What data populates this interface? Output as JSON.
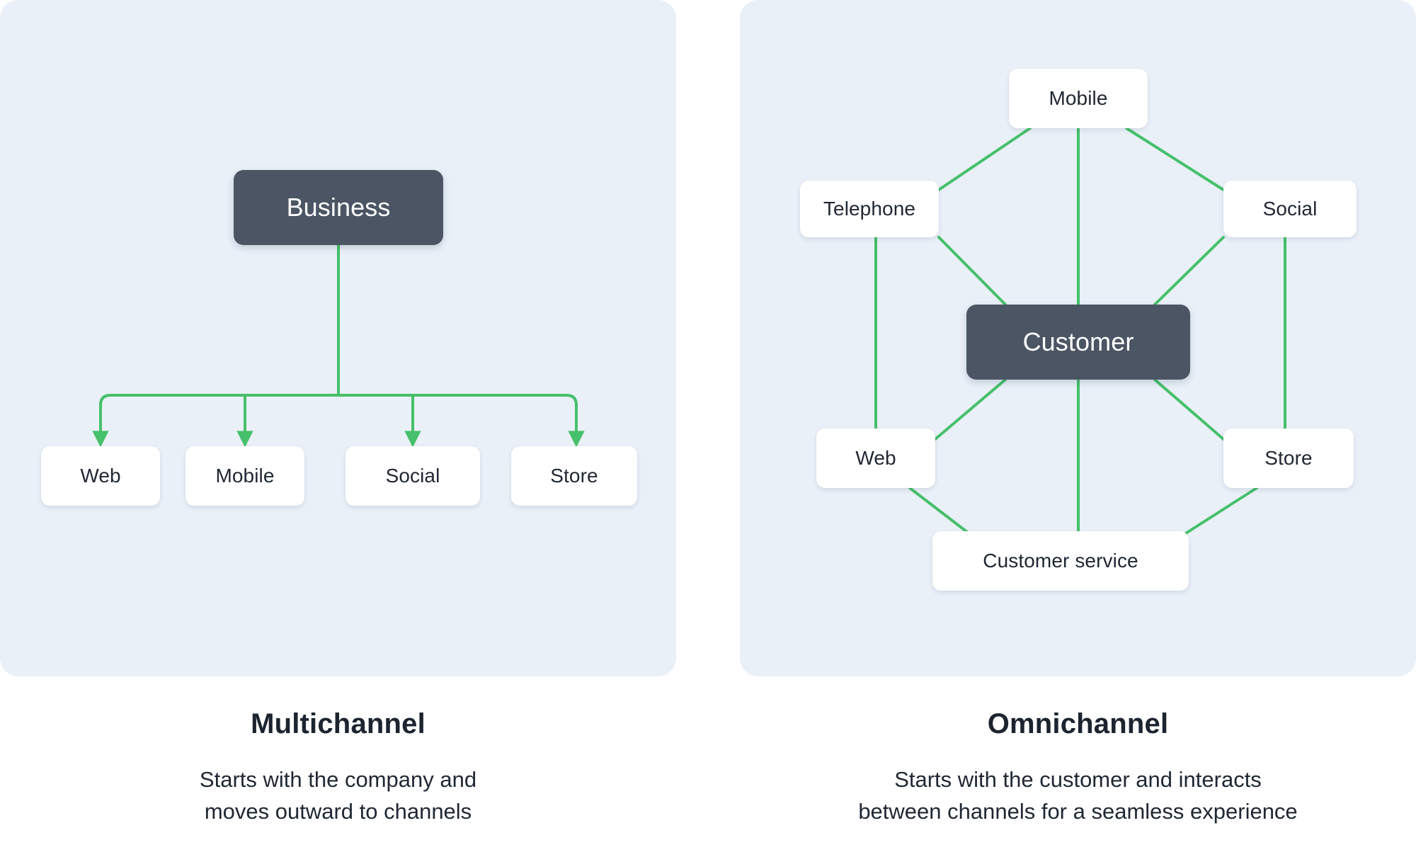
{
  "colors": {
    "panel_background": "#e9f0f8",
    "node_background": "#ffffff",
    "primary_node_background": "#4b5563",
    "primary_node_text": "#ffffff",
    "connector_green": "#46c06a",
    "text_dark": "#1f2733",
    "page_background": "#ffffff"
  },
  "panels": [
    {
      "id": "multichannel",
      "diagram": {
        "type": "tree",
        "root": {
          "label": "Business",
          "style": "primary"
        },
        "children": [
          {
            "label": "Web"
          },
          {
            "label": "Mobile"
          },
          {
            "label": "Social"
          },
          {
            "label": "Store"
          }
        ],
        "connector_style": "orthogonal-arrows",
        "edges": [
          {
            "from": "Business",
            "to": "Web",
            "arrow": true
          },
          {
            "from": "Business",
            "to": "Mobile",
            "arrow": true
          },
          {
            "from": "Business",
            "to": "Social",
            "arrow": true
          },
          {
            "from": "Business",
            "to": "Store",
            "arrow": true
          }
        ]
      },
      "caption": {
        "title": "Multichannel",
        "description_line1": "Starts with the company and",
        "description_line2": "moves outward to channels"
      }
    },
    {
      "id": "omnichannel",
      "diagram": {
        "type": "hub-and-ring",
        "hub": {
          "label": "Customer",
          "style": "primary"
        },
        "ring": [
          {
            "label": "Mobile"
          },
          {
            "label": "Telephone"
          },
          {
            "label": "Social"
          },
          {
            "label": "Web"
          },
          {
            "label": "Store"
          },
          {
            "label": "Customer service"
          }
        ],
        "connector_style": "straight-lines",
        "edges": [
          {
            "from": "Customer",
            "to": "Mobile"
          },
          {
            "from": "Customer",
            "to": "Telephone"
          },
          {
            "from": "Customer",
            "to": "Social"
          },
          {
            "from": "Customer",
            "to": "Web"
          },
          {
            "from": "Customer",
            "to": "Store"
          },
          {
            "from": "Customer",
            "to": "Customer service"
          },
          {
            "from": "Mobile",
            "to": "Telephone"
          },
          {
            "from": "Mobile",
            "to": "Social"
          },
          {
            "from": "Telephone",
            "to": "Web"
          },
          {
            "from": "Social",
            "to": "Store"
          },
          {
            "from": "Web",
            "to": "Customer service"
          },
          {
            "from": "Store",
            "to": "Customer service"
          }
        ]
      },
      "caption": {
        "title": "Omnichannel",
        "description_line1": "Starts with the customer and interacts",
        "description_line2": "between channels for a seamless experience"
      }
    }
  ]
}
